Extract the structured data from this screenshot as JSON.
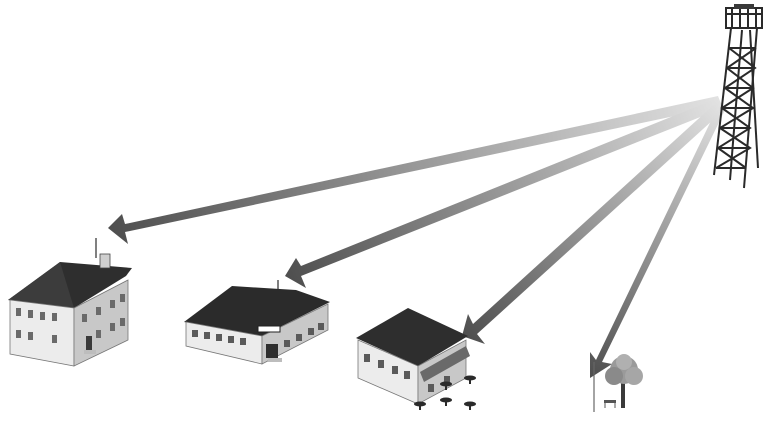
{
  "scene": {
    "tower": {
      "icon": "radio-tower-icon"
    },
    "links": [
      {
        "target": "house",
        "icon": "signal-beam-icon"
      },
      {
        "target": "office",
        "icon": "signal-beam-icon"
      },
      {
        "target": "cafe",
        "icon": "signal-beam-icon"
      },
      {
        "target": "park",
        "icon": "signal-beam-icon"
      }
    ],
    "destinations": [
      {
        "icon": "house-icon"
      },
      {
        "icon": "office-building-icon"
      },
      {
        "icon": "cafe-building-icon"
      },
      {
        "icon": "park-icon"
      }
    ]
  },
  "colors": {
    "beam_dark": "#5a5a5a",
    "beam_light": "#d6d6d6",
    "roof": "#2e2e2e",
    "wall": "#ececec",
    "wall_shade": "#c8c8c8",
    "tree": "#9a9a9a"
  }
}
